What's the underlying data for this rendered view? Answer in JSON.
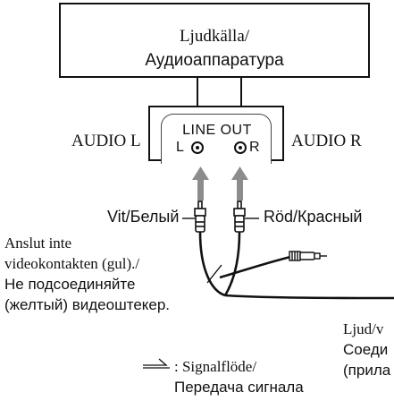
{
  "source": {
    "line1": "Ljudkälla/",
    "line2": "Аудиоаппаратура"
  },
  "panel": {
    "title": "LINE OUT",
    "jack_left": "L",
    "jack_right": "R",
    "label_left": "AUDIO L",
    "label_right": "AUDIO R"
  },
  "plugs": {
    "white_label": "Vit/Белый",
    "red_label": "Röd/Красный"
  },
  "video_note": {
    "line1": "Anslut inte",
    "line2": "videokontakten (gul)./",
    "line3": "Не подсоединяйте",
    "line4": "(желтый) видеоштекер."
  },
  "cable_note": {
    "line1": "Ljud/v",
    "line2": "Соеди",
    "line3": "(прила"
  },
  "legend": {
    "line1": ": Signalflöde/",
    "line2": "Передача сигнала"
  }
}
